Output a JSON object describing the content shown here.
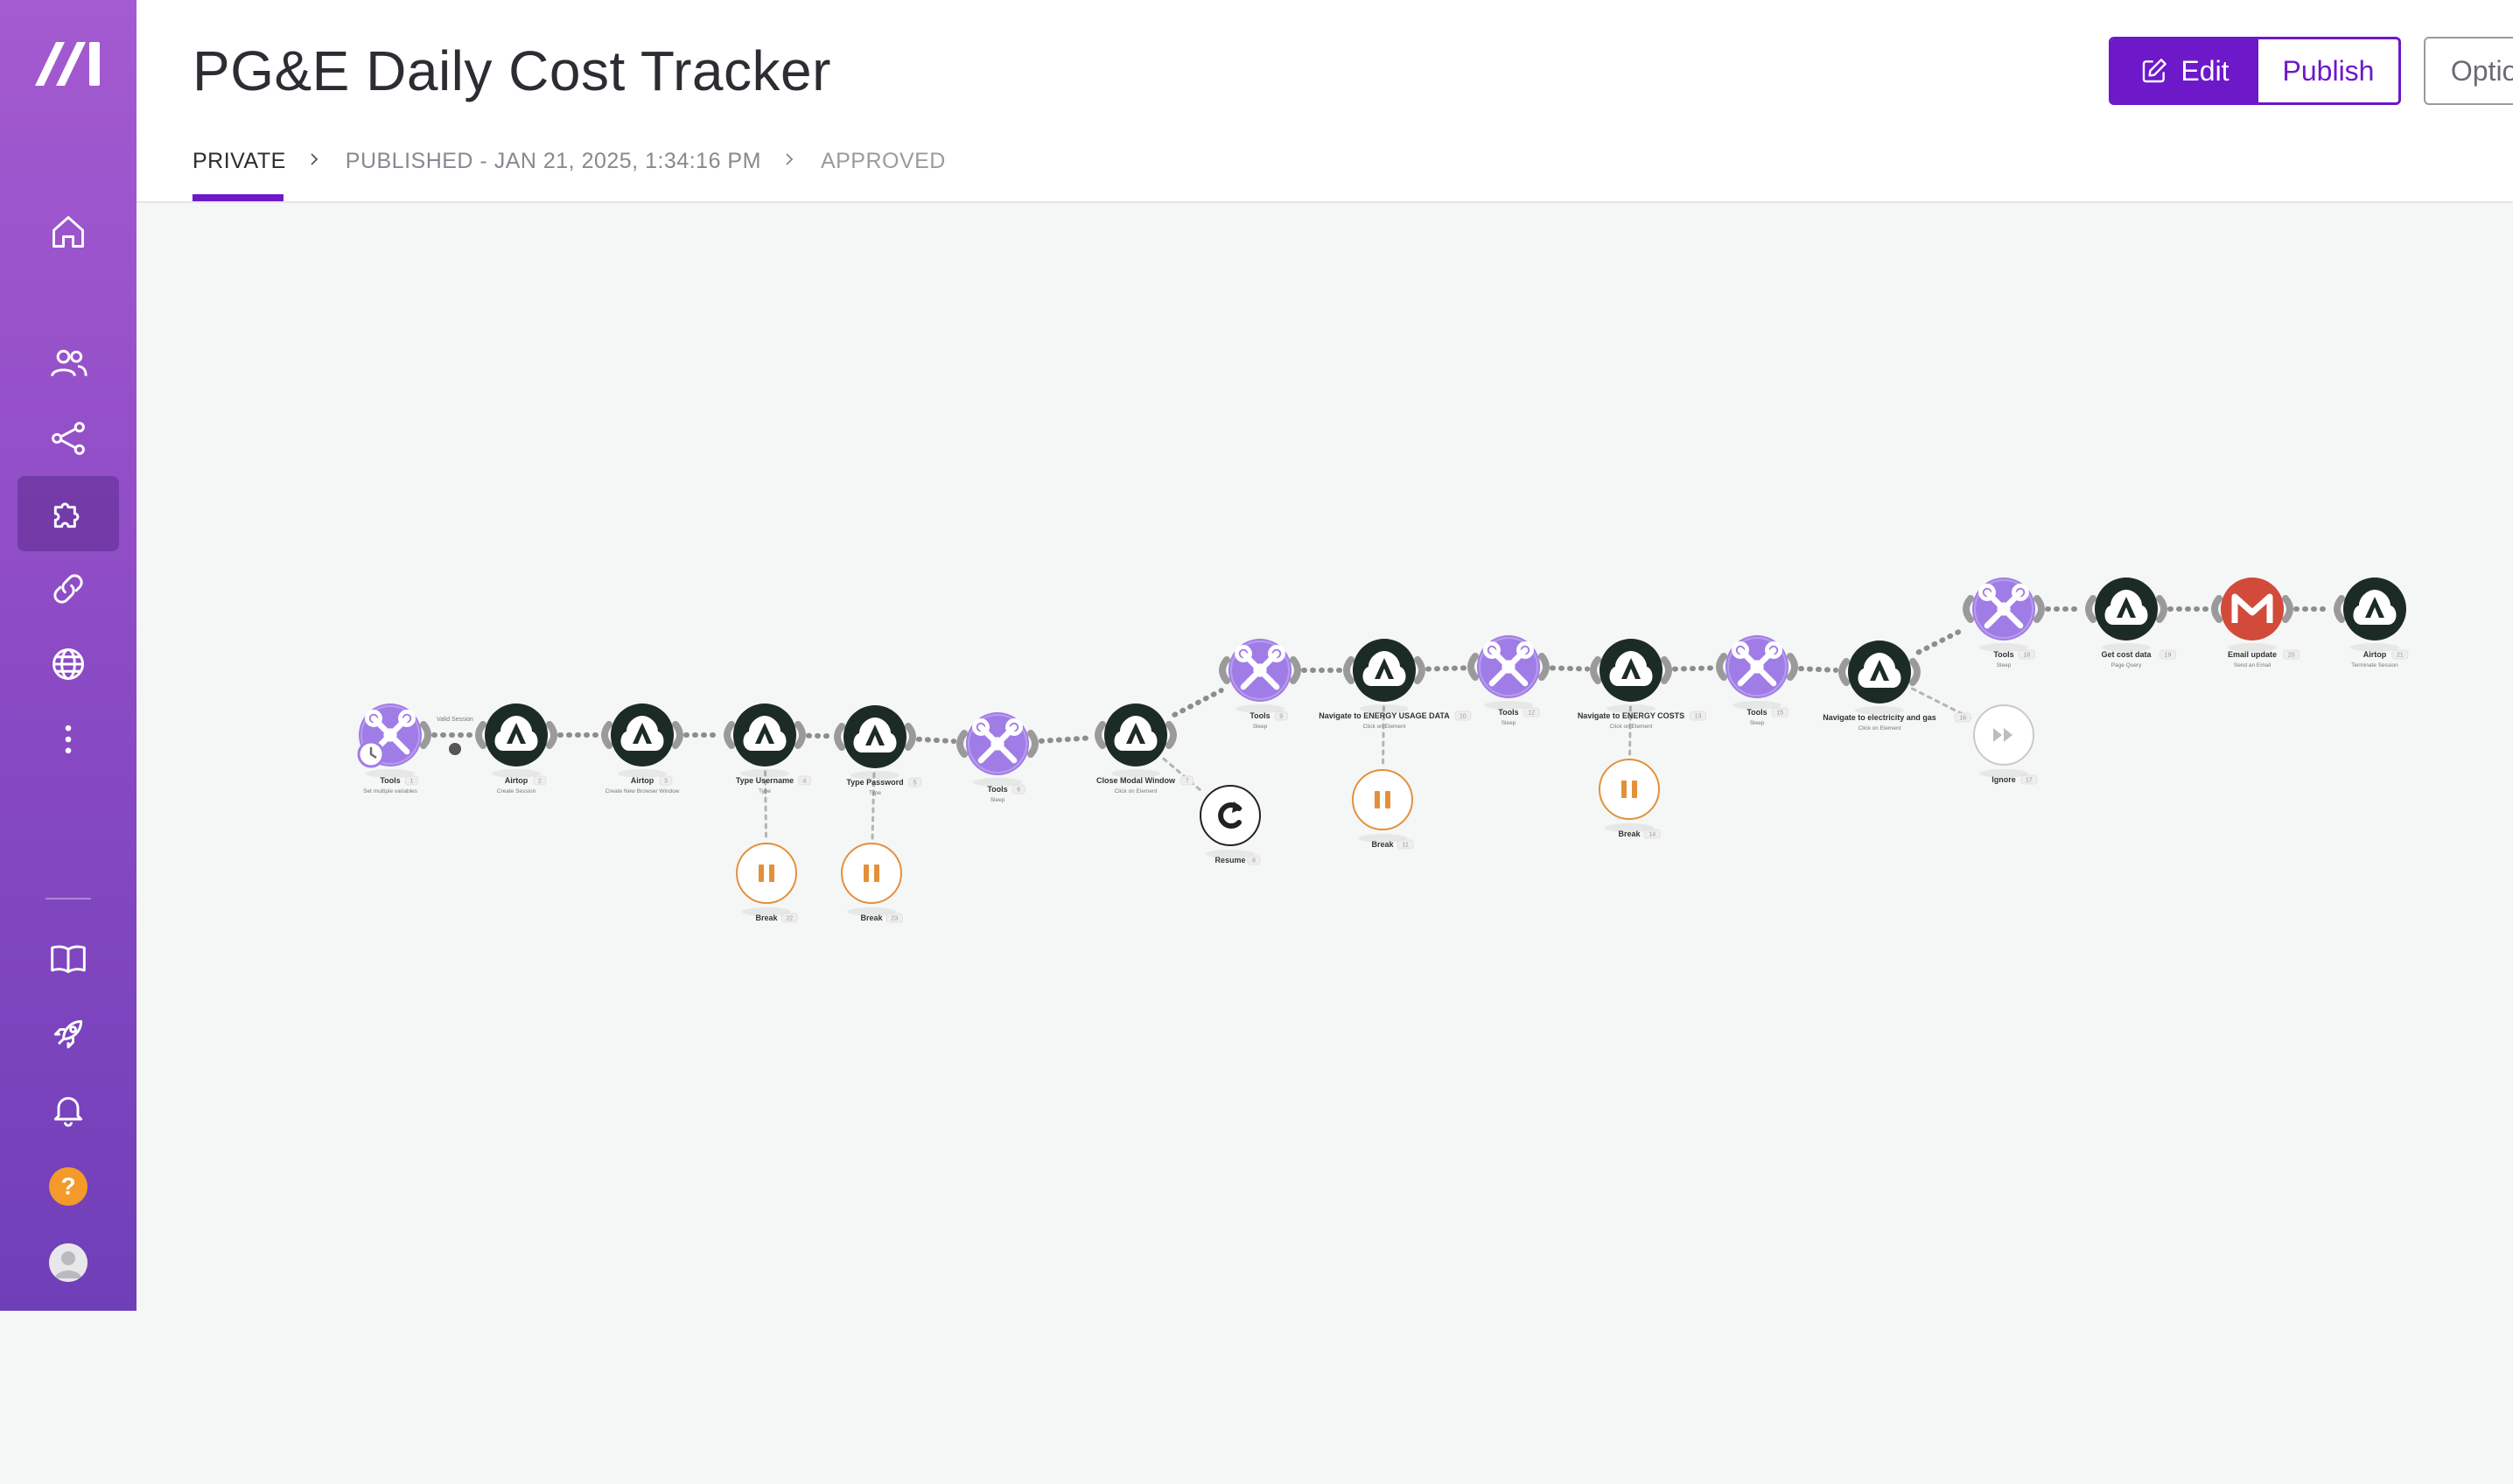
{
  "app": {
    "brand": "Make"
  },
  "header": {
    "title": "PG&E Daily Cost Tracker",
    "breadcrumbs": [
      {
        "label": "PRIVATE",
        "current": true
      },
      {
        "label": "PUBLISHED - JAN 21, 2025, 1:34:16 PM",
        "current": false
      },
      {
        "label": "APPROVED",
        "current": false
      }
    ],
    "edit_label": "Edit",
    "publish_label": "Publish",
    "options_label": "Options"
  },
  "sidebar": {
    "items": [
      {
        "name": "home",
        "icon": "home-icon"
      },
      {
        "name": "team",
        "icon": "users-icon"
      },
      {
        "name": "scenarios",
        "icon": "share-icon"
      },
      {
        "name": "templates",
        "icon": "puzzle-icon",
        "active": true
      },
      {
        "name": "connections",
        "icon": "link-icon"
      },
      {
        "name": "webhooks",
        "icon": "globe-icon"
      },
      {
        "name": "more",
        "icon": "more-vertical-icon"
      },
      {
        "name": "docs",
        "icon": "book-icon"
      },
      {
        "name": "whats-new",
        "icon": "rocket-icon"
      },
      {
        "name": "notifications",
        "icon": "bell-icon"
      },
      {
        "name": "help",
        "icon": "help-icon",
        "label": "?"
      },
      {
        "name": "profile",
        "icon": "avatar-icon"
      }
    ]
  },
  "colors": {
    "accent": "#6d18c9",
    "tools": "#a07ce6",
    "airtop": "#1d2b26",
    "gmail": "#d14a3a",
    "break": "#e2913a"
  },
  "scenario": {
    "nodes": [
      {
        "id": "n1",
        "kind": "tools",
        "label": "Tools",
        "badge": "1",
        "sub": "Set multiple variables"
      },
      {
        "id": "n2",
        "kind": "airtop",
        "label": "Airtop",
        "badge": "2",
        "sub": "Create Session"
      },
      {
        "id": "n3",
        "kind": "airtop",
        "label": "Airtop",
        "badge": "3",
        "sub": "Create New Browser Window"
      },
      {
        "id": "n4",
        "kind": "airtop",
        "label": "Type Username",
        "badge": "4",
        "sub": "Type"
      },
      {
        "id": "n5",
        "kind": "airtop",
        "label": "Type Password",
        "badge": "5",
        "sub": "Type"
      },
      {
        "id": "n6",
        "kind": "tools",
        "label": "Tools",
        "badge": "6",
        "sub": "Sleep"
      },
      {
        "id": "n7",
        "kind": "airtop",
        "label": "Close Modal Window",
        "badge": "7",
        "sub": "Click on Element"
      },
      {
        "id": "n8",
        "kind": "tools",
        "label": "Tools",
        "badge": "9",
        "sub": "Sleep"
      },
      {
        "id": "n9",
        "kind": "airtop",
        "label": "Navigate to ENERGY USAGE DATA",
        "badge": "10",
        "sub": "Click on Element"
      },
      {
        "id": "n10",
        "kind": "tools",
        "label": "Tools",
        "badge": "12",
        "sub": "Sleep"
      },
      {
        "id": "n11",
        "kind": "airtop",
        "label": "Navigate to ENERGY COSTS",
        "badge": "13",
        "sub": "Click on Element"
      },
      {
        "id": "n12",
        "kind": "tools",
        "label": "Tools",
        "badge": "15",
        "sub": "Sleep"
      },
      {
        "id": "n13",
        "kind": "airtop",
        "label": "Navigate to electricity and gas",
        "badge": "16",
        "sub": "Click on Element"
      },
      {
        "id": "n14",
        "kind": "tools",
        "label": "Tools",
        "badge": "18",
        "sub": "Sleep"
      },
      {
        "id": "n15",
        "kind": "airtop",
        "label": "Get cost data",
        "badge": "19",
        "sub": "Page Query"
      },
      {
        "id": "n16",
        "kind": "gmail",
        "label": "Email update",
        "badge": "20",
        "sub": "Send an Email"
      },
      {
        "id": "n17",
        "kind": "airtop",
        "label": "Airtop",
        "badge": "21",
        "sub": "Terminate Session"
      },
      {
        "id": "b1",
        "kind": "break",
        "label": "Break",
        "badge": "22"
      },
      {
        "id": "b2",
        "kind": "break",
        "label": "Break",
        "badge": "23"
      },
      {
        "id": "r1",
        "kind": "resume",
        "label": "Resume",
        "badge": "8"
      },
      {
        "id": "b3",
        "kind": "break",
        "label": "Break",
        "badge": "11"
      },
      {
        "id": "b4",
        "kind": "break",
        "label": "Break",
        "badge": "14"
      },
      {
        "id": "i1",
        "kind": "ignore",
        "label": "Ignore",
        "badge": "17"
      }
    ],
    "link_label": "Valid Session"
  }
}
